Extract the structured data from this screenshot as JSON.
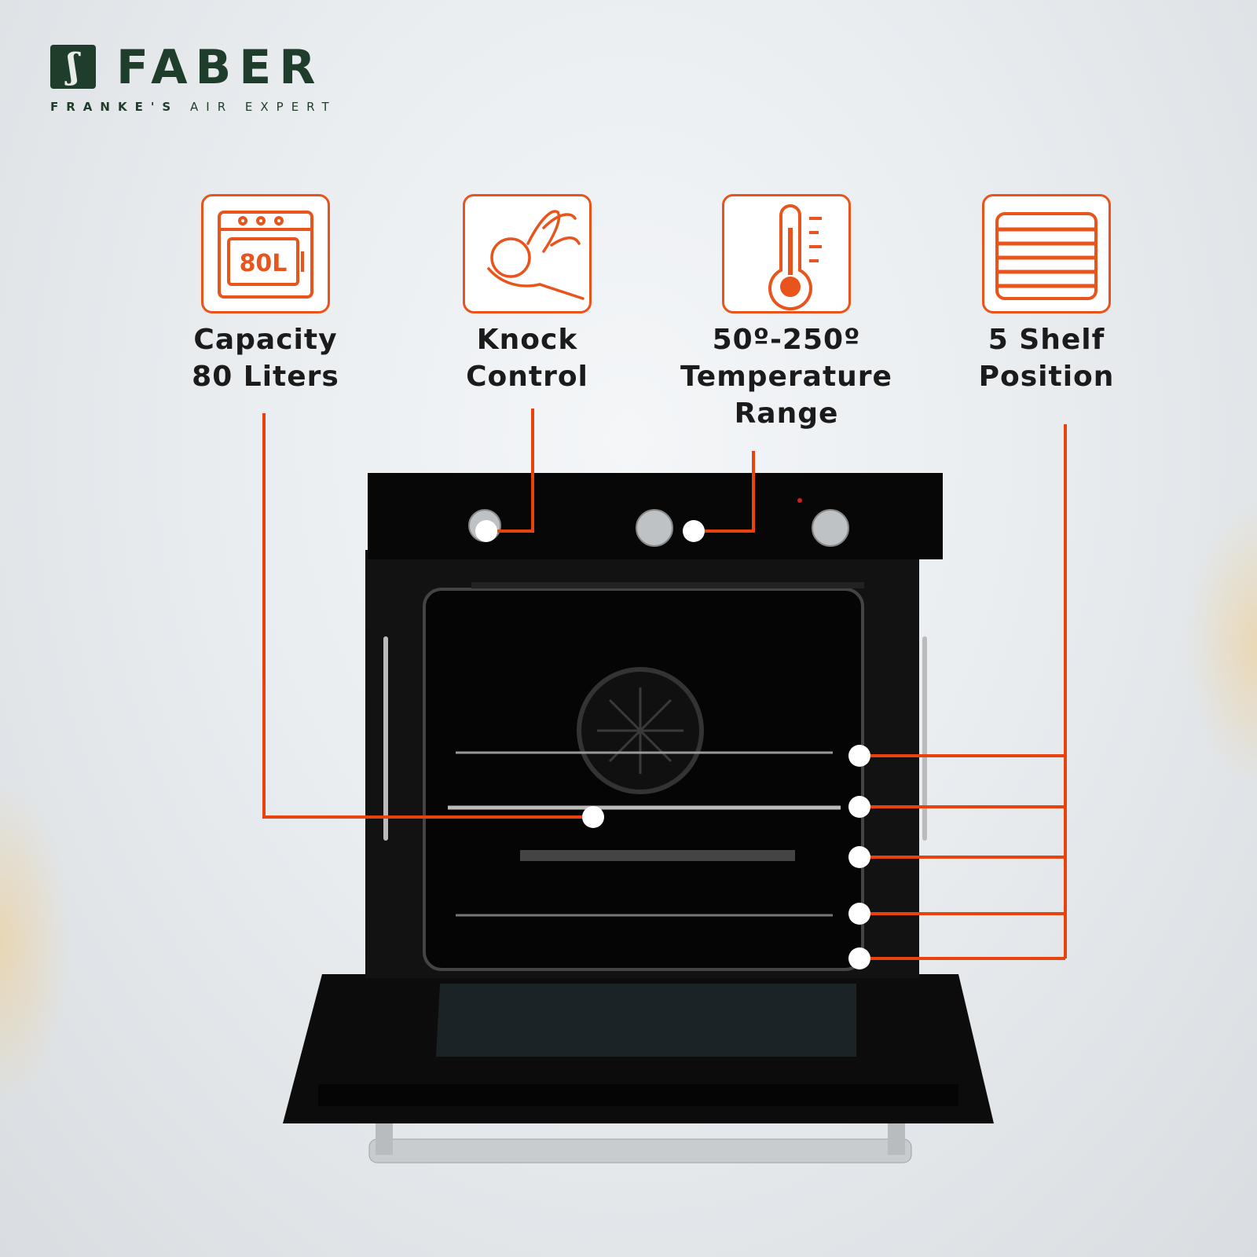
{
  "brand": {
    "name": "FABER",
    "tagline_bold": "FRANKE'S",
    "tagline_rest": "AIR EXPERT",
    "colors": {
      "brand": "#1f3d2b",
      "accent": "#e8541c"
    }
  },
  "features": [
    {
      "icon": "oven-capacity-icon",
      "icon_text": "80L",
      "line1": "Capacity",
      "line2": "80 Liters"
    },
    {
      "icon": "hand-knob-icon",
      "line1": "Knock",
      "line2": "Control"
    },
    {
      "icon": "thermometer-icon",
      "line1": "50º-250º",
      "line2": "Temperature",
      "line3": "Range"
    },
    {
      "icon": "shelves-icon",
      "line1": "5 Shelf",
      "line2": "Position"
    }
  ]
}
